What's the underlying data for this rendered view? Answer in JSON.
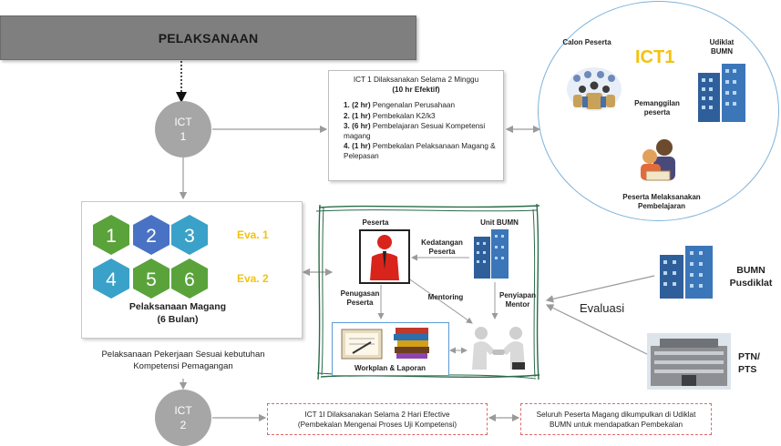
{
  "header": {
    "title": "PELAKSANAAN"
  },
  "ict1_circle": {
    "line1": "ICT",
    "line2": "1"
  },
  "ict2_circle": {
    "line1": "ICT",
    "line2": "2"
  },
  "ict1_box": {
    "line1": "ICT 1 Dilaksanakan Selama 2 Minggu",
    "line2": "(10 hr Efektif)",
    "items": [
      {
        "num": "1.",
        "dur": "(2 hr)",
        "text": "Pengenalan Perusahaan"
      },
      {
        "num": "2.",
        "dur": "(1 hr)",
        "text": "Pembekalan K2/k3"
      },
      {
        "num": "3.",
        "dur": "(6 hr)",
        "text": "Pembelajaran Sesuai Kompetensi magang"
      },
      {
        "num": "4.",
        "dur": "(1 hr)",
        "text": "Pembekalan Pelaksanaan Magang & Pelepasan"
      }
    ]
  },
  "ict1_cluster": {
    "title": "ICT1",
    "calon_peserta": "Calon Peserta",
    "udiklat": "Udiklat BUMN",
    "pemanggilan": "Pemanggilan peserta",
    "melaksanakan": "Peserta Melaksanakan Pembelajaran"
  },
  "magang": {
    "hexes": [
      "1",
      "2",
      "3",
      "4",
      "5",
      "6"
    ],
    "eva1": "Eva. 1",
    "eva2": "Eva. 2",
    "title": "Pelaksanaan Magang",
    "subtitle": "(6 Bulan)"
  },
  "center": {
    "peserta": "Peserta",
    "unit_bumn": "Unit BUMN",
    "kedatangan": "Kedatangan Peserta",
    "penugasan": "Penugasan Peserta",
    "mentoring": "Mentoring",
    "penyiapan": "Penyiapan Mentor",
    "workplan": "Workplan & Laporan"
  },
  "pelaksanaan_text": "Pelaksanaan Pekerjaan Sesuai kebutuhan Kompetensi Pemagangan",
  "evaluasi": "Evaluasi",
  "bumn_pusdiklat": "BUMN Pusdiklat",
  "ptn_pts": "PTN/ PTS",
  "ict2_box": {
    "line1": "ICT 1I Dilaksanakan Selama 2 Hari Efective",
    "line2": "(Pembekalan Mengenai Proses Uji Kompetensi)"
  },
  "final_box": {
    "line1": "Seluruh Peserta Magang dikumpulkan di Udiklat",
    "line2": "BUMN untuk mendapatkan Pembekalan"
  },
  "colors": {
    "hex_green": "#5aa33b",
    "hex_blue": "#4a72c4",
    "hex_teal": "#3aa1c9",
    "eva_gold": "#f3c210",
    "ict_gray": "#a6a6a6",
    "dashed_red": "#e06666"
  }
}
